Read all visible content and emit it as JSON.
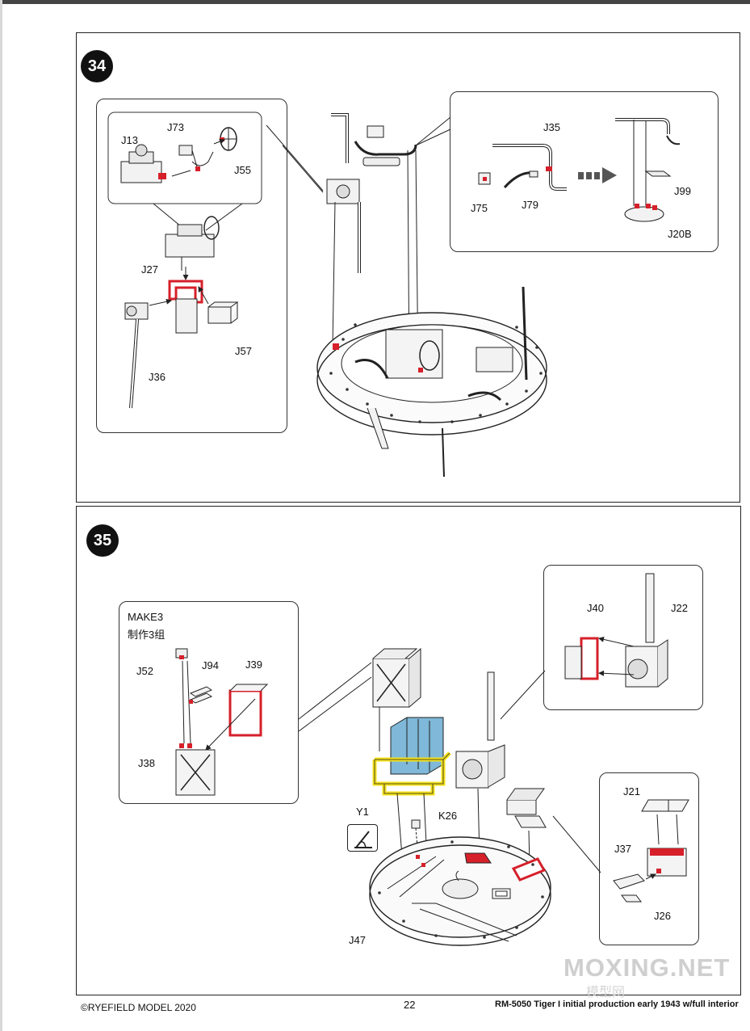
{
  "steps": [
    {
      "number": "34",
      "labels": {
        "j13": "J13",
        "j73": "J73",
        "j55": "J55",
        "j27": "J27",
        "j57": "J57",
        "j36": "J36",
        "j35": "J35",
        "j75": "J75",
        "j79": "J79",
        "j99": "J99",
        "j20b": "J20B"
      }
    },
    {
      "number": "35",
      "make_note": "MAKE3",
      "make_note_cn": "制作3组",
      "labels": {
        "j52": "J52",
        "j94": "J94",
        "j39": "J39",
        "j38": "J38",
        "y1": "Y1",
        "k26": "K26",
        "j40": "J40",
        "j22": "J22",
        "j21": "J21",
        "j37": "J37",
        "j26": "J26",
        "j47": "J47"
      }
    }
  ],
  "footer": {
    "copyright": "©RYEFIELD MODEL 2020",
    "page_number": "22",
    "product": "RM-5050 Tiger I initial production early 1943 w/full interior"
  },
  "watermark": {
    "text": "MOXING.NET",
    "sub": "模型网"
  },
  "colors": {
    "highlight_red": "#d6202a",
    "frame_yellow": "#f4e11a",
    "can_blue": "#7fb8d8"
  }
}
